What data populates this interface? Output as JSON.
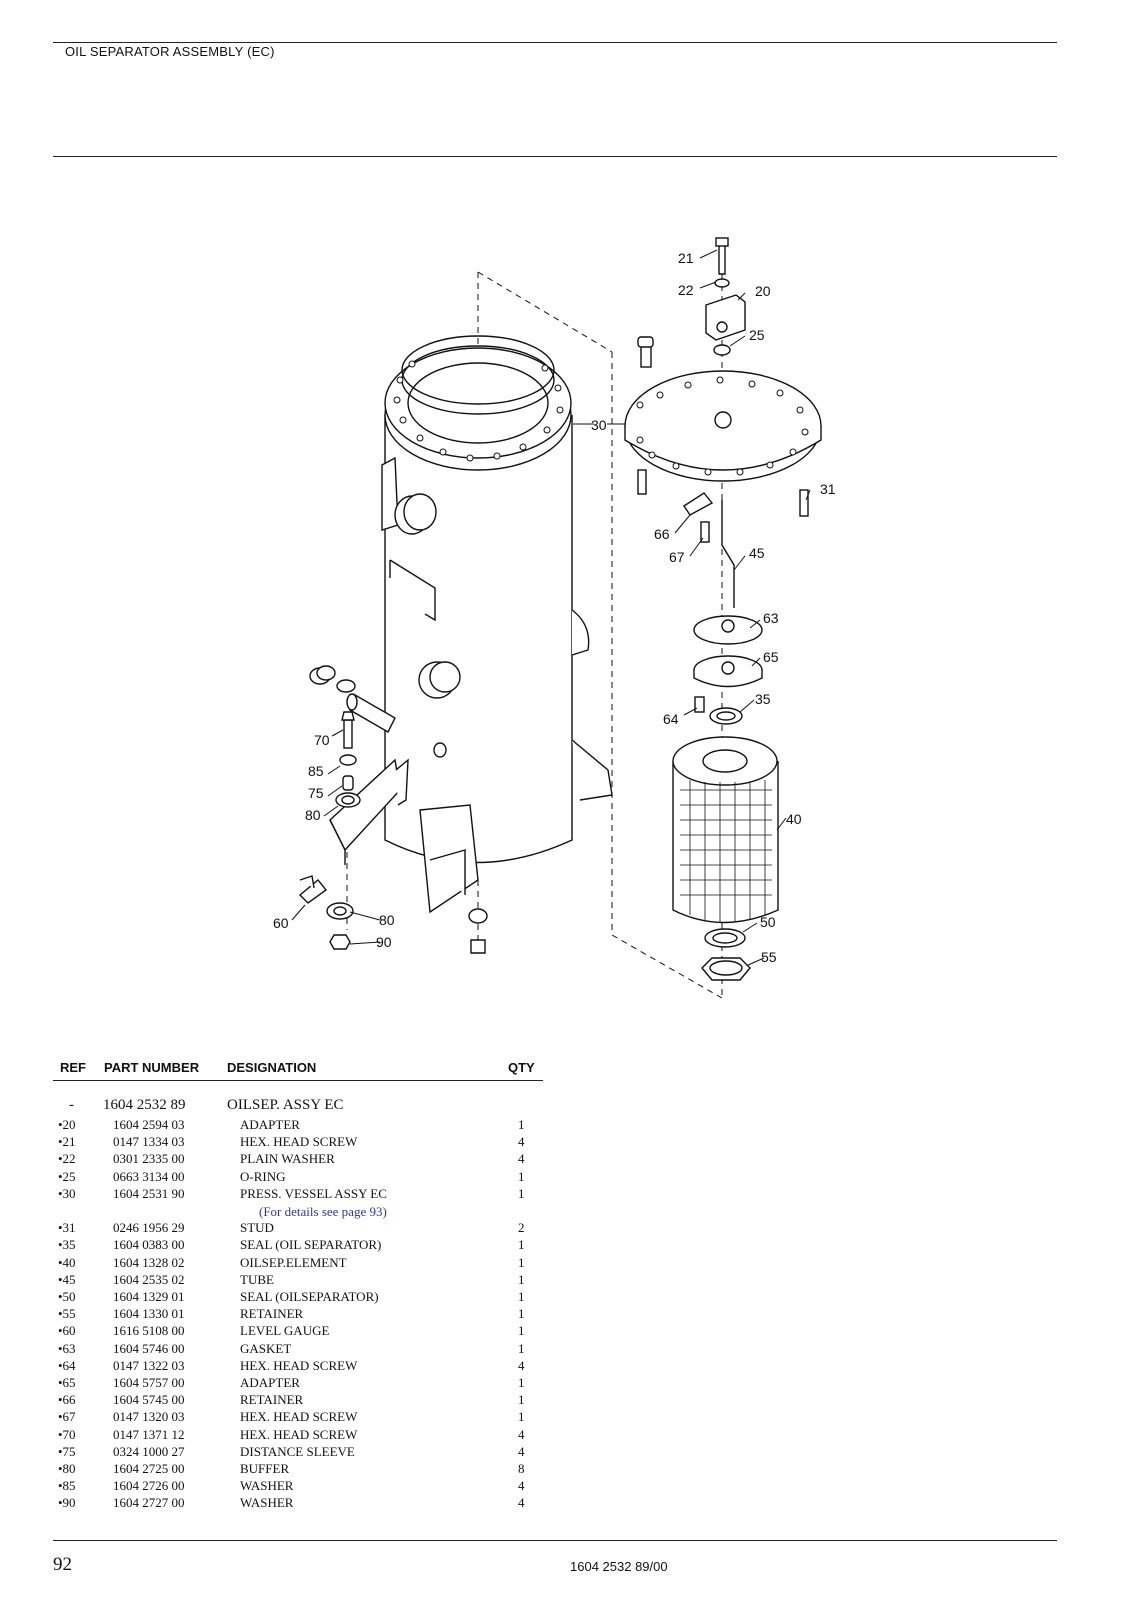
{
  "header": {
    "title": "OIL SEPARATOR ASSEMBLY (EC)"
  },
  "diagram": {
    "callouts": {
      "c21": "21",
      "c22": "22",
      "c20": "20",
      "c25": "25",
      "c30": "30",
      "c31": "31",
      "c66": "66",
      "c67": "67",
      "c45": "45",
      "c63": "63",
      "c65": "65",
      "c35": "35",
      "c64": "64",
      "c40": "40",
      "c50": "50",
      "c55": "55",
      "c70": "70",
      "c85": "85",
      "c75": "75",
      "c80a": "80",
      "c60": "60",
      "c80b": "80",
      "c90": "90"
    }
  },
  "parts_table": {
    "headers": {
      "ref": "REF",
      "part_number": "PART NUMBER",
      "designation": "DESIGNATION",
      "qty": "QTY"
    },
    "assembly": {
      "ref": "-",
      "part_number": "1604 2532 89",
      "designation": "OILSEP. ASSY EC",
      "qty": ""
    },
    "rows": [
      {
        "ref": "•20",
        "part_number": "1604 2594 03",
        "designation": "ADAPTER",
        "qty": "1"
      },
      {
        "ref": "•21",
        "part_number": "0147 1334 03",
        "designation": "HEX. HEAD SCREW",
        "qty": "4"
      },
      {
        "ref": "•22",
        "part_number": "0301 2335 00",
        "designation": "PLAIN WASHER",
        "qty": "4"
      },
      {
        "ref": "•25",
        "part_number": "0663 3134 00",
        "designation": "O-RING",
        "qty": "1"
      },
      {
        "ref": "•30",
        "part_number": "1604 2531 90",
        "designation": "PRESS. VESSEL ASSY EC",
        "qty": "1"
      },
      {
        "ref": "•31",
        "part_number": "0246 1956 29",
        "designation": "STUD",
        "qty": "2"
      },
      {
        "ref": "•35",
        "part_number": "1604 0383 00",
        "designation": "SEAL (OIL SEPARATOR)",
        "qty": "1"
      },
      {
        "ref": "•40",
        "part_number": "1604 1328 02",
        "designation": "OILSEP.ELEMENT",
        "qty": "1"
      },
      {
        "ref": "•45",
        "part_number": "1604 2535 02",
        "designation": "TUBE",
        "qty": "1"
      },
      {
        "ref": "•50",
        "part_number": "1604 1329 01",
        "designation": "SEAL (OILSEPARATOR)",
        "qty": "1"
      },
      {
        "ref": "•55",
        "part_number": "1604 1330 01",
        "designation": "RETAINER",
        "qty": "1"
      },
      {
        "ref": "•60",
        "part_number": "1616 5108 00",
        "designation": "LEVEL GAUGE",
        "qty": "1"
      },
      {
        "ref": "•63",
        "part_number": "1604 5746 00",
        "designation": "GASKET",
        "qty": "1"
      },
      {
        "ref": "•64",
        "part_number": "0147 1322 03",
        "designation": "HEX. HEAD SCREW",
        "qty": "4"
      },
      {
        "ref": "•65",
        "part_number": "1604 5757 00",
        "designation": "ADAPTER",
        "qty": "1"
      },
      {
        "ref": "•66",
        "part_number": "1604 5745 00",
        "designation": "RETAINER",
        "qty": "1"
      },
      {
        "ref": "•67",
        "part_number": "0147 1320 03",
        "designation": "HEX. HEAD SCREW",
        "qty": "1"
      },
      {
        "ref": "•70",
        "part_number": "0147 1371 12",
        "designation": "HEX. HEAD SCREW",
        "qty": "4"
      },
      {
        "ref": "•75",
        "part_number": "0324 1000 27",
        "designation": "DISTANCE SLEEVE",
        "qty": "4"
      },
      {
        "ref": "•80",
        "part_number": "1604 2725 00",
        "designation": "BUFFER",
        "qty": "8"
      },
      {
        "ref": "•85",
        "part_number": "1604 2726 00",
        "designation": "WASHER",
        "qty": "4"
      },
      {
        "ref": "•90",
        "part_number": "1604 2727 00",
        "designation": "WASHER",
        "qty": "4"
      }
    ],
    "note": "(For details see page 93)"
  },
  "footer": {
    "page_number": "92",
    "doc_number": "1604 2532 89/00"
  }
}
